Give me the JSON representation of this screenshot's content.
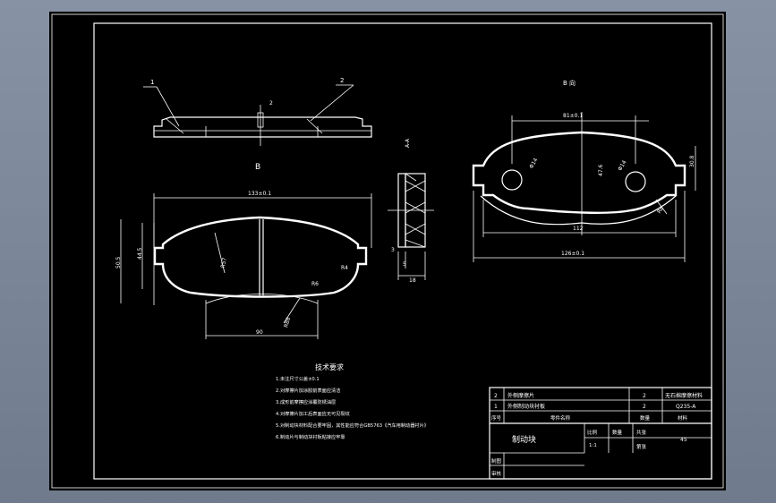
{
  "part_labels": {
    "part_1": "1",
    "part_2": "2"
  },
  "views": {
    "top_dim": "2",
    "section_b_label": "B",
    "section_aa_label": "A-A",
    "b_view_title": "B 向"
  },
  "front_view_dims": {
    "width_overall": "133±0.1",
    "height_outer": "50.5",
    "height_inner": "44.5",
    "radius_left": "R57",
    "radius_1": "R4",
    "radius_2": "R6",
    "radius_arc": "R88",
    "bottom_width": "90"
  },
  "section_dims": {
    "d1": "3",
    "d2": "5",
    "d3": "18"
  },
  "b_view_dims": {
    "top_span": "81±0.1",
    "hole_1": "Φ14",
    "hole_2": "Φ14",
    "height_center": "47.6",
    "height_right": "30.8",
    "inner_width": "112",
    "overall_width": "126±0.1",
    "radius_corner": "R8"
  },
  "tech_requirements": {
    "title": "技术要求",
    "items": [
      "1.未注尺寸公差±0.1",
      "2.对摩擦片加涂胶前表面应清洁",
      "3.成形前摩擦应涂覆防锈油层",
      "4.对摩擦片加工后表面应无可见裂纹",
      "5.对制动块材料配合要牢固，其性能应符合GB5763《汽车用制动器衬片》",
      "6.制动片与制动块衬板粘接应牢靠"
    ]
  },
  "parts_list": {
    "rows": [
      {
        "no": "2",
        "name": "外侧摩擦片",
        "qty": "2",
        "material": "无石棉摩擦材料"
      },
      {
        "no": "1",
        "name": "外侧制动块衬板",
        "qty": "2",
        "material": "Q235-A"
      }
    ],
    "header": {
      "no": "序号",
      "name": "零件名称",
      "qty": "数量",
      "material": "材料"
    }
  },
  "title_block": {
    "drawing_name": "制动块",
    "scale_label": "比例",
    "scale_value": "1:1",
    "quantity_label": "数量",
    "sheet_label": "共张",
    "sheet_label2": "第张",
    "material_code": "45",
    "drawn_label": "制图",
    "checked_label": "审核"
  }
}
